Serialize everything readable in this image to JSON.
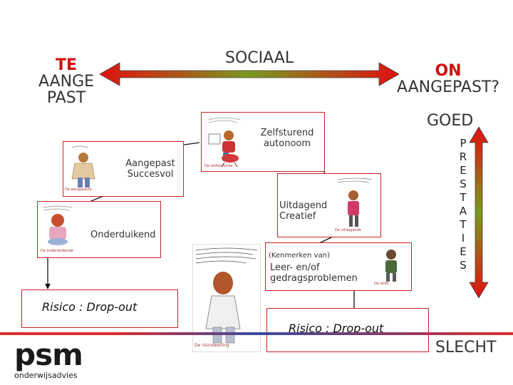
{
  "axis": {
    "sociaal": "SOCIAAL",
    "left_emph": "TE",
    "left_rest": [
      "AANGE",
      "PAST"
    ],
    "right_emph": "ON",
    "right_rest": "AANGEPAST?",
    "arrow_color": "#e01010",
    "arrow_mid_color": "#7a9a20"
  },
  "vertical": {
    "top": "GOED",
    "bottom": "SLECHT",
    "letters": [
      "P",
      "R",
      "E",
      "S",
      "T",
      "A",
      "T",
      "I",
      "E",
      "S"
    ]
  },
  "boxes": {
    "zelfsturend": [
      "Zelfsturend",
      "autonoom"
    ],
    "aangepast": [
      "Aangepast",
      "Succesvol"
    ],
    "uitdagend": [
      "Uitdagend",
      "Creatief"
    ],
    "onderduikend": "Onderduikend",
    "kenmerken_small": "(Kenmerken van)",
    "leer": [
      "Leer- en/of",
      "gedragsproblemen"
    ],
    "risico_left": "Risico : Drop-out",
    "risico_right": "Risico : Drop-out"
  },
  "logo": {
    "brand": "psm",
    "sub": "onderwijsadvies",
    "color": "#1a1a1a"
  },
  "colors": {
    "box_border": "#cc2222",
    "footer_red": "#d83030",
    "footer_blue": "#3a4aa0"
  }
}
